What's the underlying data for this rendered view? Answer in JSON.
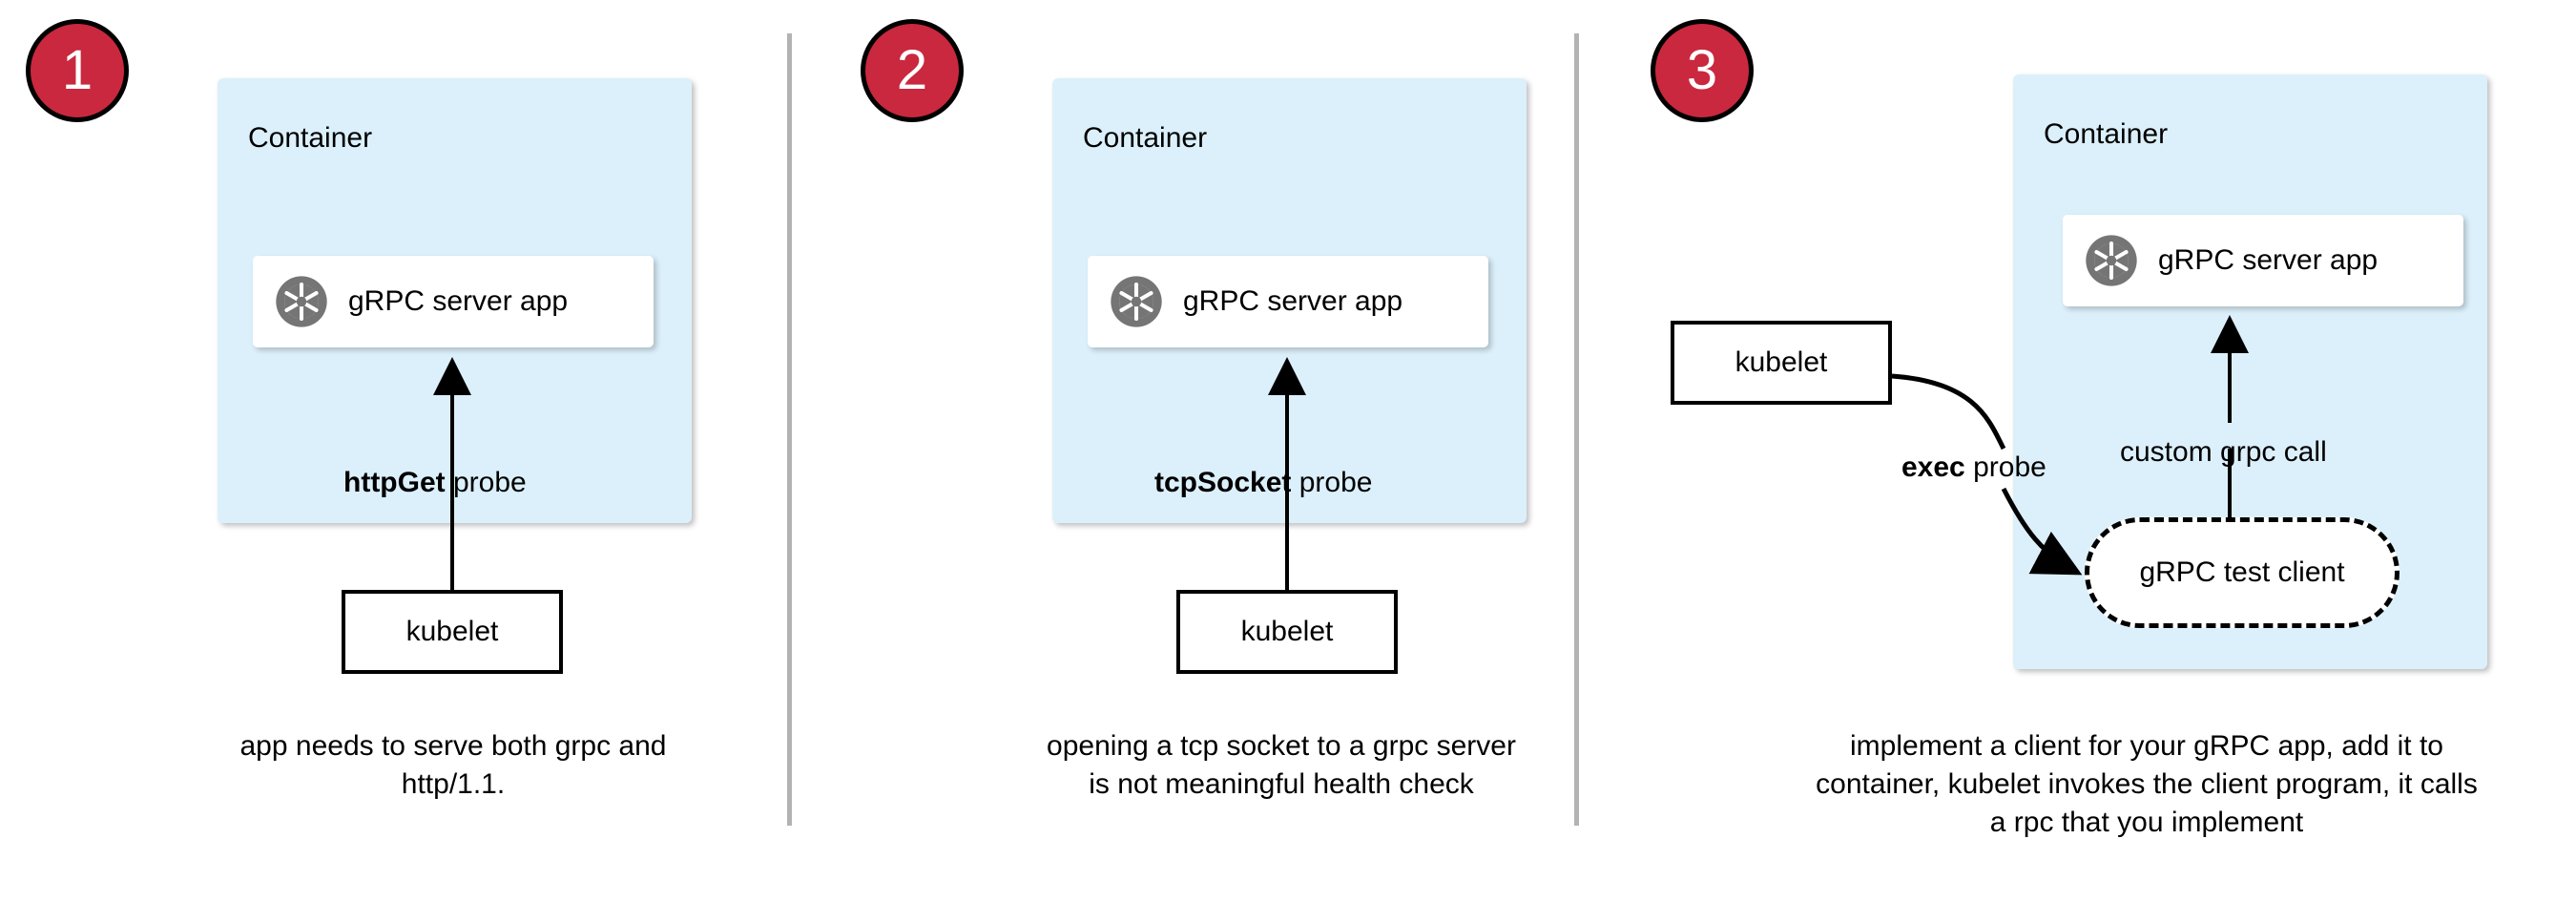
{
  "diagram": {
    "title": "gRPC health probe approaches in Kubernetes",
    "colors": {
      "badge_fill": "#c9283e",
      "badge_border": "#000000",
      "badge_text": "#ffffff",
      "container_fill": "#dcf0fb",
      "app_box_fill": "#ffffff",
      "icon_gray": "#757575",
      "separator_gray": "#b3b3b3",
      "stroke": "#000000"
    },
    "panels": [
      {
        "badge": "1",
        "container_label": "Container",
        "app_label": "gRPC server app",
        "app_icon": "grpc-aperture-icon",
        "probe_bold": "httpGet",
        "probe_rest": " probe",
        "kubelet_label": "kubelet",
        "caption": "app needs to serve both grpc and http/1.1."
      },
      {
        "badge": "2",
        "container_label": "Container",
        "app_label": "gRPC server app",
        "app_icon": "grpc-aperture-icon",
        "probe_bold": "tcpSocket",
        "probe_rest": " probe",
        "kubelet_label": "kubelet",
        "caption": "opening a tcp socket to a grpc server is not meaningful health check"
      },
      {
        "badge": "3",
        "container_label": "Container",
        "app_label": "gRPC server app",
        "app_icon": "grpc-aperture-icon",
        "probe_bold": "exec",
        "probe_rest": " probe",
        "kubelet_label": "kubelet",
        "test_client_label": "gRPC test client",
        "inner_call_label": "custom grpc call",
        "caption": "implement a client for your gRPC app, add it to container, kubelet invokes the client program, it calls a rpc that you implement"
      }
    ]
  }
}
